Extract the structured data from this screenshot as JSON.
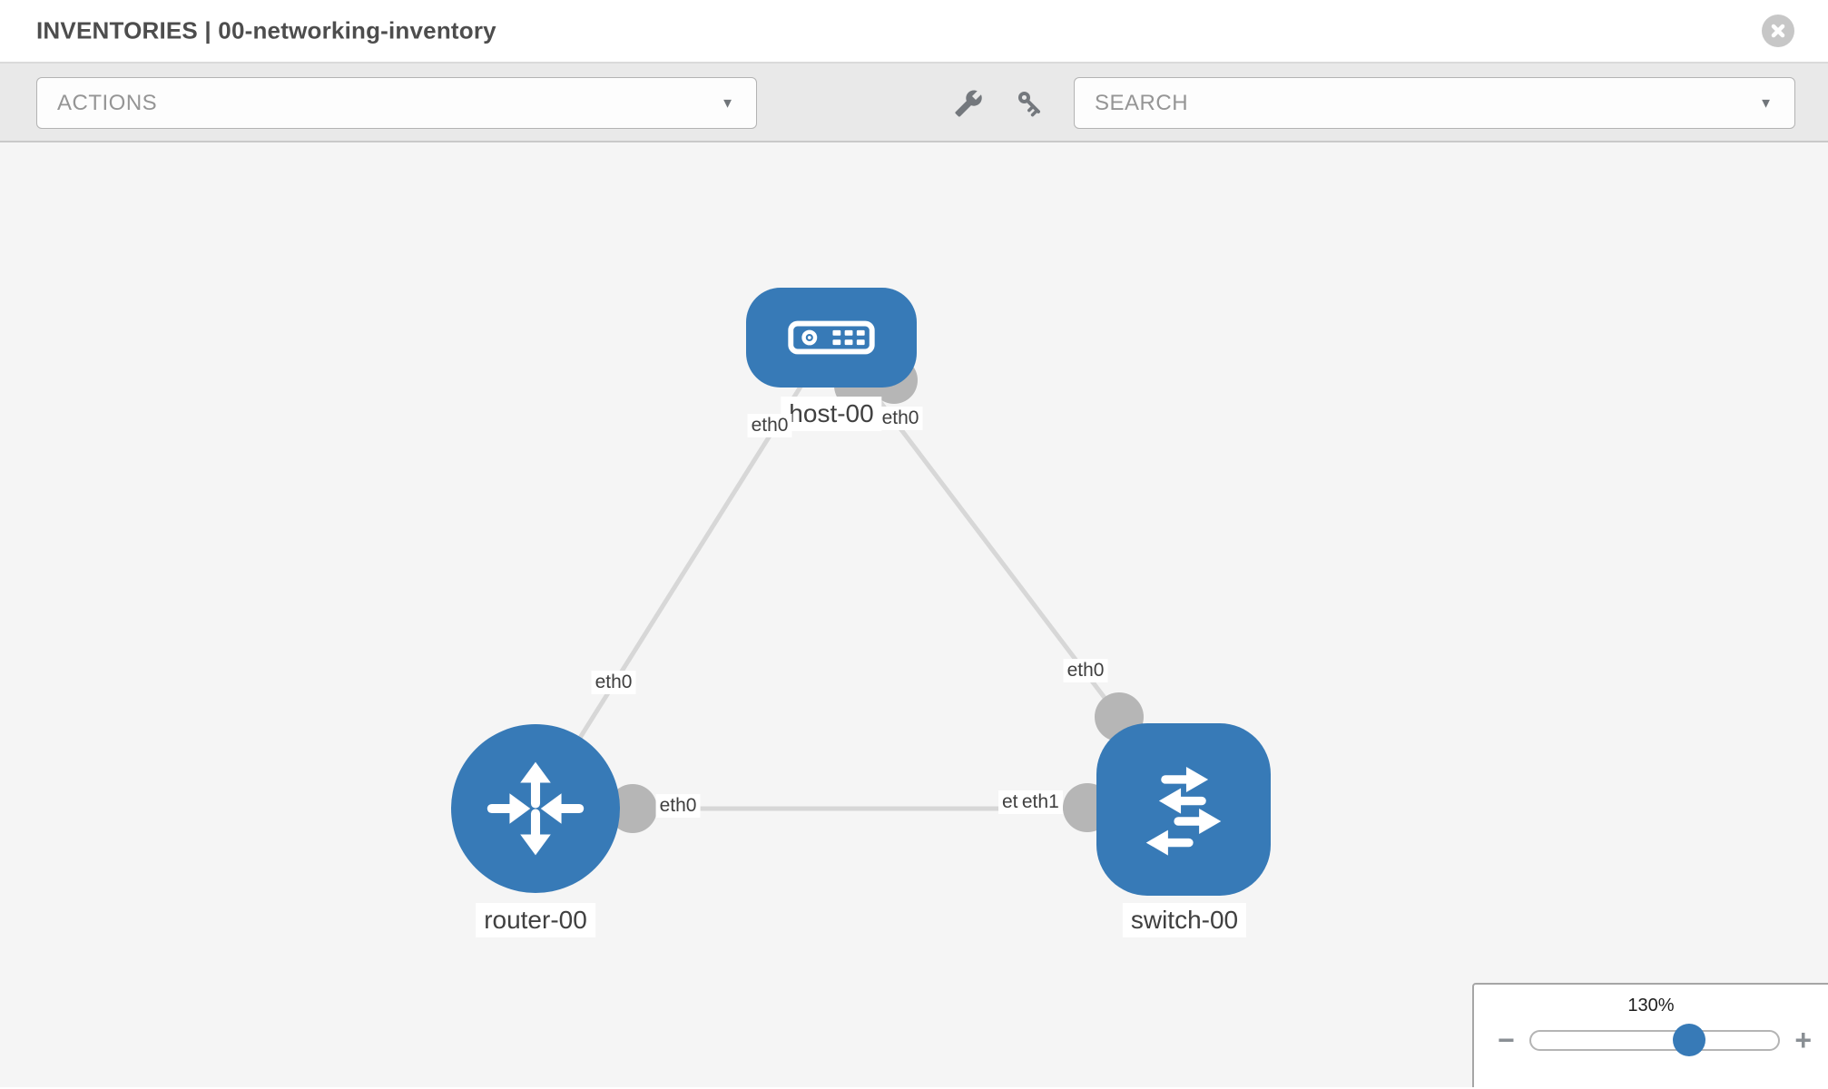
{
  "header": {
    "title": "INVENTORIES | 00-networking-inventory"
  },
  "toolbar": {
    "actions_label": "ACTIONS",
    "search_label": "SEARCH"
  },
  "topology": {
    "nodes": [
      {
        "id": "host-00",
        "type": "host",
        "label": "host-00"
      },
      {
        "id": "router-00",
        "type": "router",
        "label": "router-00"
      },
      {
        "id": "switch-00",
        "type": "switch",
        "label": "switch-00"
      }
    ],
    "links": [
      {
        "source": "host-00",
        "source_interface": "eth0",
        "target": "router-00",
        "target_interface": "eth0"
      },
      {
        "source": "host-00",
        "source_interface": "eth0",
        "target": "switch-00",
        "target_interface": "eth0"
      },
      {
        "source": "router-00",
        "source_interface": "eth0",
        "target": "switch-00",
        "target_interface": "eth1"
      }
    ],
    "port_labels": [
      {
        "text": "eth0",
        "position": "below host-00 left"
      },
      {
        "text": "eth0",
        "position": "below host-00 right"
      },
      {
        "text": "eth0",
        "position": "host-router link near router"
      },
      {
        "text": "eth0",
        "position": "host-switch link near switch top port"
      },
      {
        "text": "eth0",
        "position": "router-00 right port"
      },
      {
        "text": "eth0",
        "position": "switch-00 left port (partially hidden)"
      },
      {
        "text": "eth1",
        "position": "switch-00 left port"
      }
    ]
  },
  "zoom_control": {
    "value": "130%",
    "percent": 130,
    "minus_label": "−",
    "plus_label": "+"
  },
  "colors": {
    "node_fill": "#377ab7",
    "link": "#d7d7d7",
    "port": "#b6b6b6",
    "canvas_bg": "#f5f5f5",
    "toolbar_bg": "#e9e9e9"
  }
}
